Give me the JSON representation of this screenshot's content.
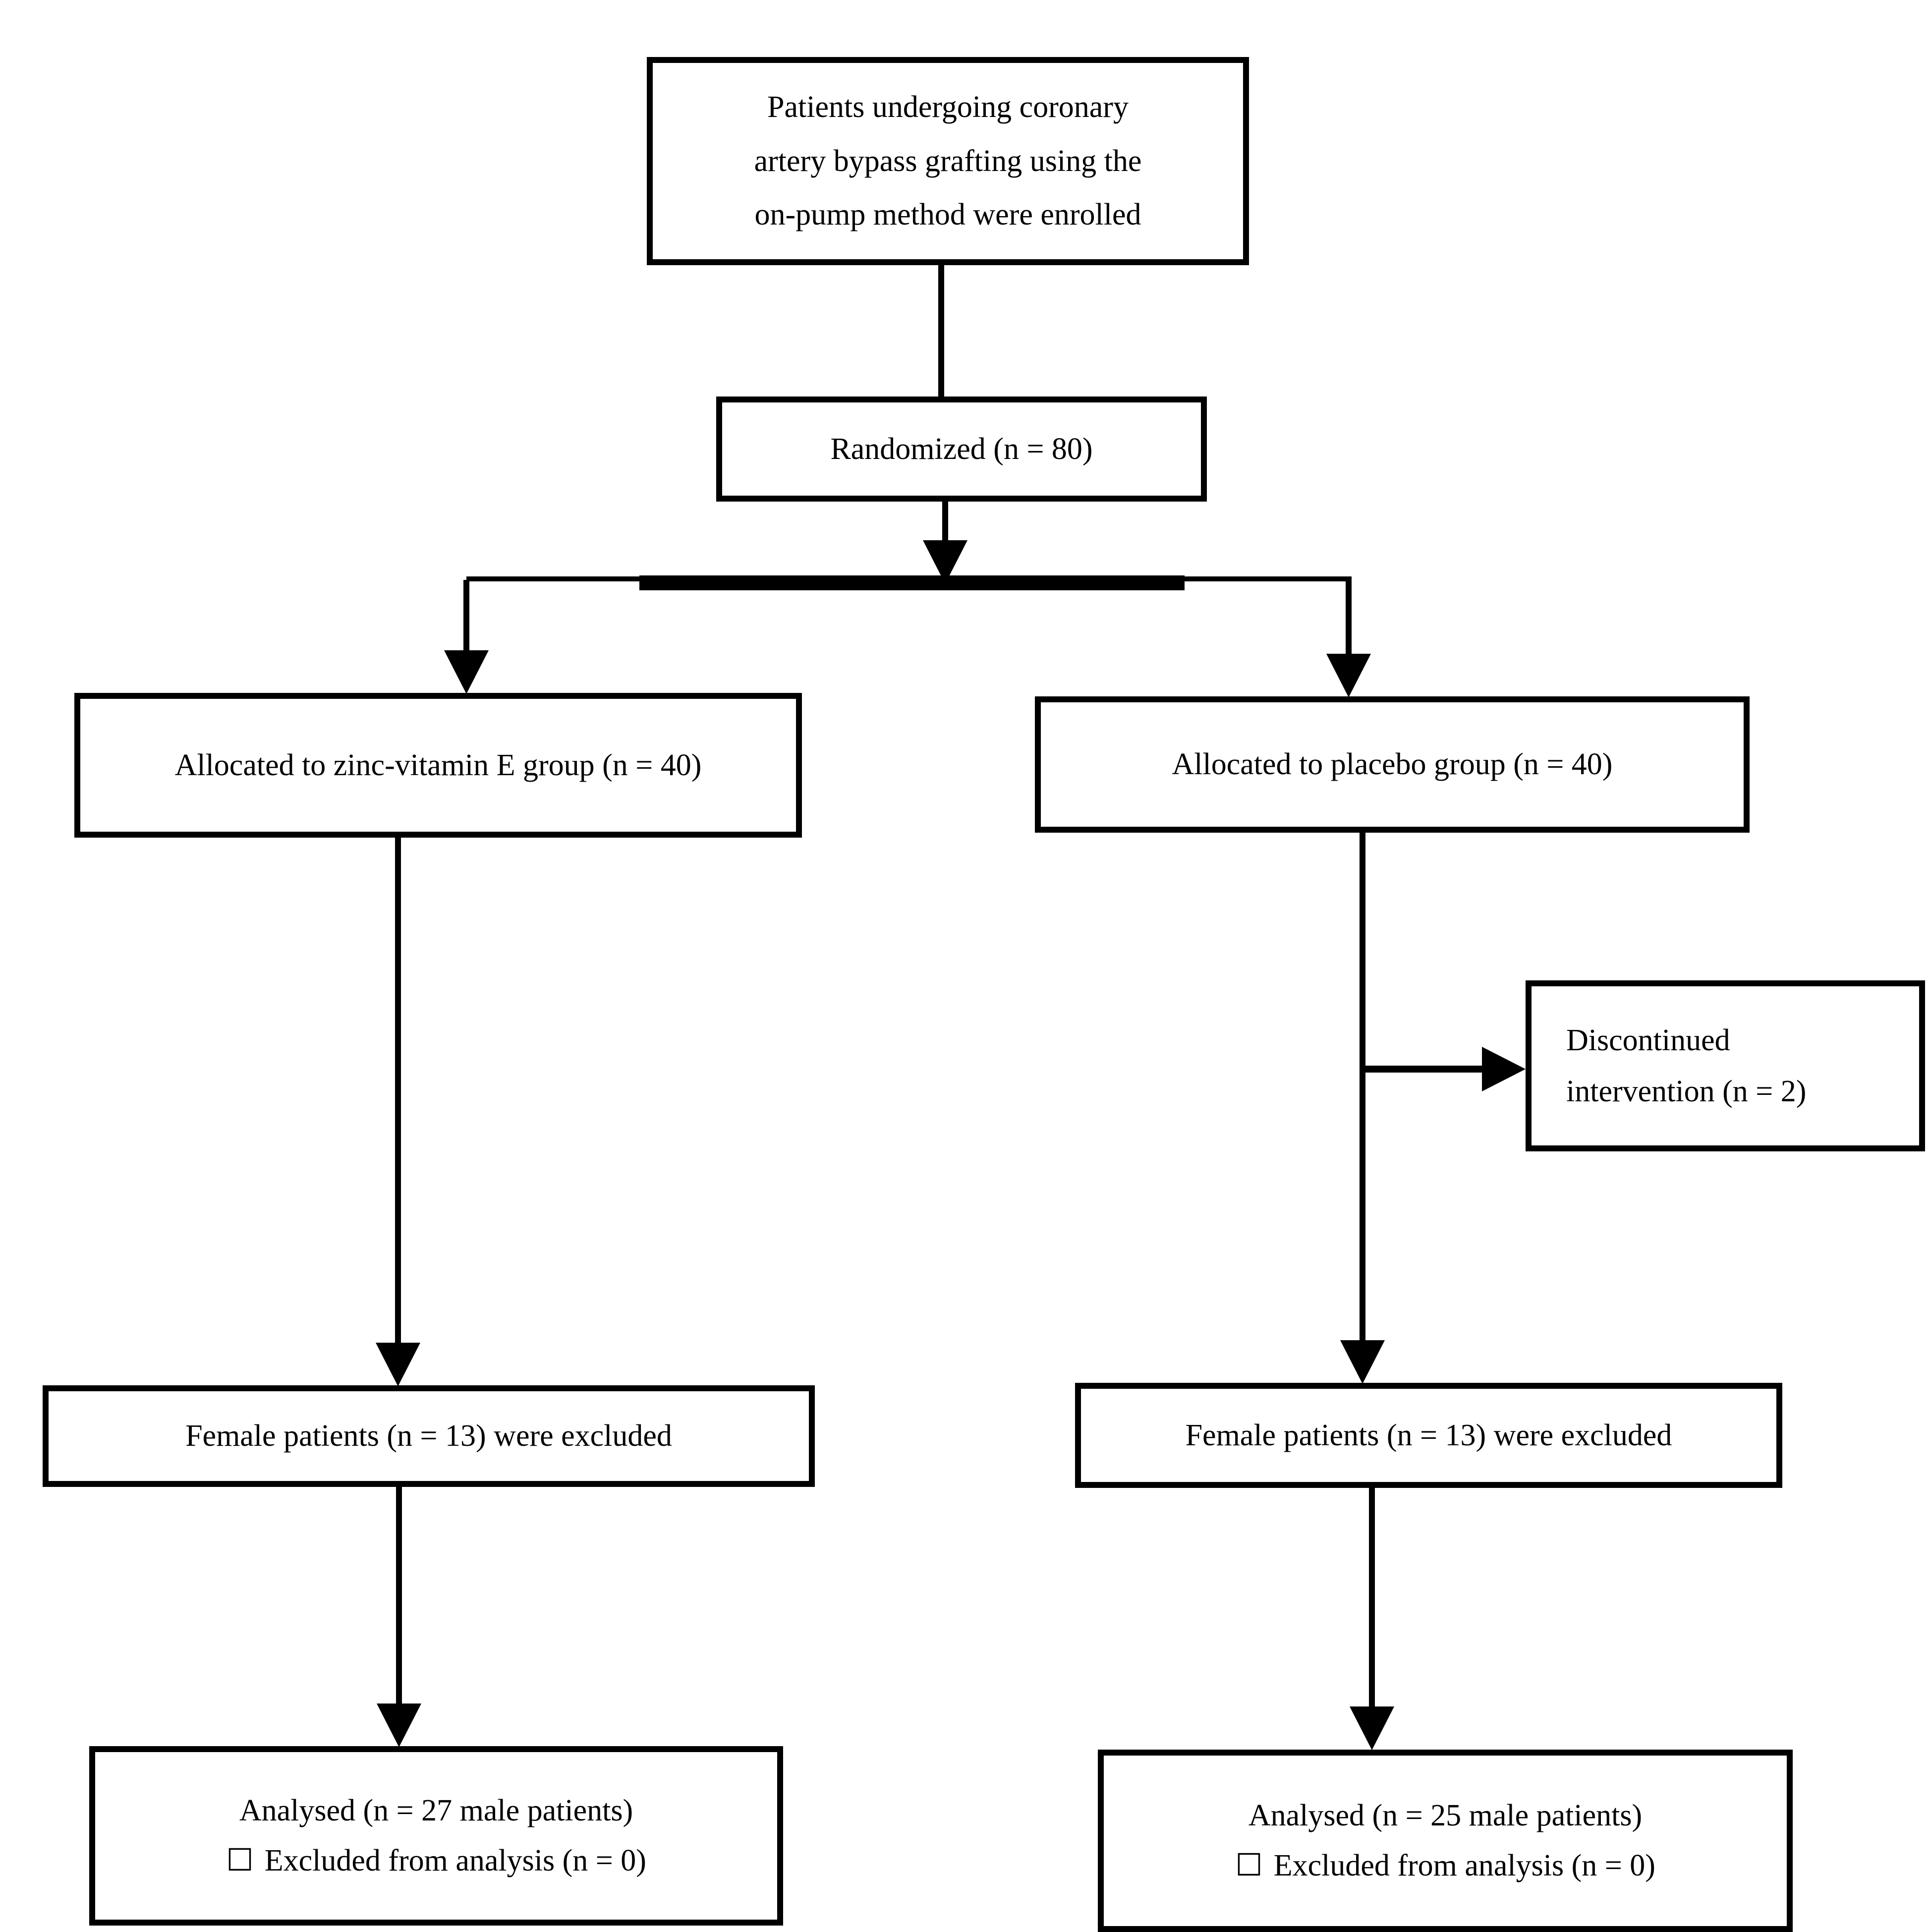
{
  "colors": {
    "ink": "#000000",
    "background": "#ffffff"
  },
  "diagram": {
    "boxes": {
      "enrolled": {
        "line1": "Patients undergoing coronary",
        "line2": "artery bypass grafting using the",
        "line3": "on-pump method were enrolled"
      },
      "randomized": {
        "label": "Randomized (n = 80)"
      },
      "allocated_zinc": {
        "label": "Allocated to zinc-vitamin E group (n = 40)"
      },
      "allocated_placebo": {
        "label": "Allocated to placebo group (n = 40)"
      },
      "discontinued": {
        "line1": "Discontinued",
        "line2": "intervention (n = 2)"
      },
      "excluded_zinc": {
        "label": "Female patients (n = 13) were excluded"
      },
      "excluded_placebo": {
        "label": "Female patients (n = 13) were excluded"
      },
      "analysed_zinc": {
        "line1": "Analysed (n = 27 male patients)",
        "bullet": "☐",
        "line2": "Excluded from analysis (n = 0)"
      },
      "analysed_placebo": {
        "line1": "Analysed (n = 25 male patients)",
        "bullet": "☐",
        "line2": "Excluded from analysis (n = 0)"
      }
    }
  }
}
